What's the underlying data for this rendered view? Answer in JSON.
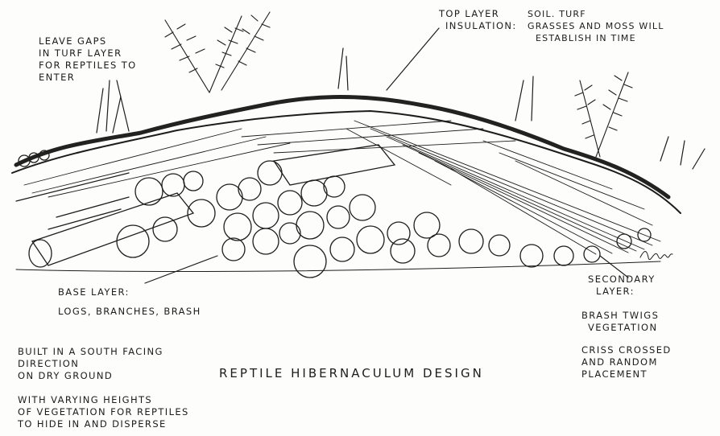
{
  "annotations": {
    "leave_gaps": [
      "LEAVE GAPS",
      "IN TURF LAYER",
      "FOR REPTILES TO",
      "ENTER"
    ],
    "top_layer_label": "TOP LAYER",
    "insulation_label": "INSULATION:",
    "top_layer_desc": [
      "SOIL. TURF",
      "GRASSES AND MOSS WILL",
      "ESTABLISH IN TIME"
    ],
    "base_layer_heading": "BASE LAYER:",
    "base_layer_desc": "LOGS, BRANCHES, BRASH",
    "secondary_layer": [
      "SECONDARY",
      "LAYER:"
    ],
    "secondary_desc_1": [
      "BRASH TWIGS",
      "VEGETATION"
    ],
    "secondary_desc_2": [
      "CRISS CROSSED",
      "AND RANDOM",
      "PLACEMENT"
    ],
    "built_in": [
      "BUILT IN A SOUTH FACING",
      "DIRECTION",
      "ON DRY GROUND"
    ],
    "with_varying": [
      "WITH VARYING HEIGHTS",
      "OF VEGETATION FOR REPTILES",
      "TO HIDE IN AND DISPERSE"
    ],
    "title": "REPTILE HIBERNACULUM DESIGN"
  },
  "colors": {
    "ink": "#1d1d1d",
    "paper": "#fdfdfb"
  }
}
